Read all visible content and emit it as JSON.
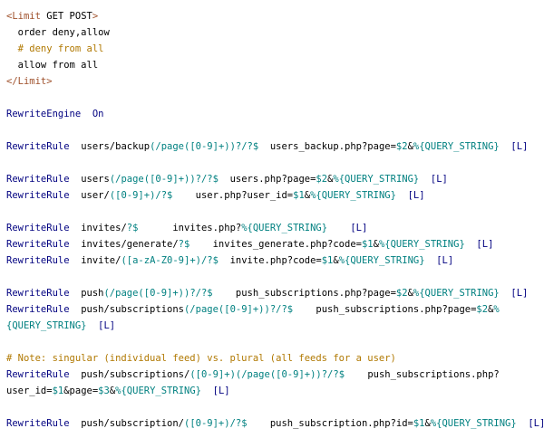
{
  "colors": {
    "tag": "#a0522d",
    "directive": "#000080",
    "comment": "#b07800",
    "regex": "#008080",
    "placeholder": "#008080",
    "flag": "#000080",
    "text": "#000000"
  },
  "lines": [
    [
      {
        "t": "<Limit",
        "c": "tag"
      },
      {
        "t": " GET POST",
        "c": "txt"
      },
      {
        "t": ">",
        "c": "tag"
      }
    ],
    [
      {
        "t": "  order deny,allow",
        "c": "txt"
      }
    ],
    [
      {
        "t": "  # deny from all",
        "c": "cm"
      }
    ],
    [
      {
        "t": "  allow from all",
        "c": "txt"
      }
    ],
    [
      {
        "t": "</Limit>",
        "c": "tag"
      }
    ],
    [],
    [
      {
        "t": "RewriteEngine",
        "c": "dir"
      },
      {
        "t": "  On",
        "c": "flag"
      }
    ],
    [],
    [
      {
        "t": "RewriteRule",
        "c": "dir"
      },
      {
        "t": "  users/backup",
        "c": "txt"
      },
      {
        "t": "(/page(",
        "c": "re"
      },
      {
        "t": "[0-9]",
        "c": "re"
      },
      {
        "t": "+))?/?$",
        "c": "re"
      },
      {
        "t": "  users_backup.php?page=",
        "c": "txt"
      },
      {
        "t": "$2",
        "c": "ph"
      },
      {
        "t": "&",
        "c": "txt"
      },
      {
        "t": "%{QUERY_STRING}",
        "c": "ph"
      },
      {
        "t": "  [L]",
        "c": "flag"
      }
    ],
    [],
    [
      {
        "t": "RewriteRule",
        "c": "dir"
      },
      {
        "t": "  users",
        "c": "txt"
      },
      {
        "t": "(/page(",
        "c": "re"
      },
      {
        "t": "[0-9]",
        "c": "re"
      },
      {
        "t": "+))?/?$",
        "c": "re"
      },
      {
        "t": "  users.php?page=",
        "c": "txt"
      },
      {
        "t": "$2",
        "c": "ph"
      },
      {
        "t": "&",
        "c": "txt"
      },
      {
        "t": "%{QUERY_STRING}",
        "c": "ph"
      },
      {
        "t": "  [L]",
        "c": "flag"
      }
    ],
    [
      {
        "t": "RewriteRule",
        "c": "dir"
      },
      {
        "t": "  user/",
        "c": "txt"
      },
      {
        "t": "(",
        "c": "re"
      },
      {
        "t": "[0-9]",
        "c": "re"
      },
      {
        "t": "+)/?$",
        "c": "re"
      },
      {
        "t": "    user.php?user_id=",
        "c": "txt"
      },
      {
        "t": "$1",
        "c": "ph"
      },
      {
        "t": "&",
        "c": "txt"
      },
      {
        "t": "%{QUERY_STRING}",
        "c": "ph"
      },
      {
        "t": "  [L]",
        "c": "flag"
      }
    ],
    [],
    [
      {
        "t": "RewriteRule",
        "c": "dir"
      },
      {
        "t": "  invites/",
        "c": "txt"
      },
      {
        "t": "?$",
        "c": "re"
      },
      {
        "t": "      invites.php?",
        "c": "txt"
      },
      {
        "t": "%{QUERY_STRING}",
        "c": "ph"
      },
      {
        "t": "    [L]",
        "c": "flag"
      }
    ],
    [
      {
        "t": "RewriteRule",
        "c": "dir"
      },
      {
        "t": "  invites/generate/",
        "c": "txt"
      },
      {
        "t": "?$",
        "c": "re"
      },
      {
        "t": "    invites_generate.php?code=",
        "c": "txt"
      },
      {
        "t": "$1",
        "c": "ph"
      },
      {
        "t": "&",
        "c": "txt"
      },
      {
        "t": "%{QUERY_STRING}",
        "c": "ph"
      },
      {
        "t": "  [L]",
        "c": "flag"
      }
    ],
    [
      {
        "t": "RewriteRule",
        "c": "dir"
      },
      {
        "t": "  invite/",
        "c": "txt"
      },
      {
        "t": "(",
        "c": "re"
      },
      {
        "t": "[a-zA-Z0-9]",
        "c": "re"
      },
      {
        "t": "+)/?$",
        "c": "re"
      },
      {
        "t": "  invite.php?code=",
        "c": "txt"
      },
      {
        "t": "$1",
        "c": "ph"
      },
      {
        "t": "&",
        "c": "txt"
      },
      {
        "t": "%{QUERY_STRING}",
        "c": "ph"
      },
      {
        "t": "  [L]",
        "c": "flag"
      }
    ],
    [],
    [
      {
        "t": "RewriteRule",
        "c": "dir"
      },
      {
        "t": "  push",
        "c": "txt"
      },
      {
        "t": "(/page(",
        "c": "re"
      },
      {
        "t": "[0-9]",
        "c": "re"
      },
      {
        "t": "+))?/?$",
        "c": "re"
      },
      {
        "t": "    push_subscriptions.php?page=",
        "c": "txt"
      },
      {
        "t": "$2",
        "c": "ph"
      },
      {
        "t": "&",
        "c": "txt"
      },
      {
        "t": "%{QUERY_STRING}",
        "c": "ph"
      },
      {
        "t": "  [L]",
        "c": "flag"
      }
    ],
    [
      {
        "t": "RewriteRule",
        "c": "dir"
      },
      {
        "t": "  push/subscriptions",
        "c": "txt"
      },
      {
        "t": "(/page(",
        "c": "re"
      },
      {
        "t": "[0-9]",
        "c": "re"
      },
      {
        "t": "+))?/?$",
        "c": "re"
      },
      {
        "t": "    push_subscriptions.php?page=",
        "c": "txt"
      },
      {
        "t": "$2",
        "c": "ph"
      },
      {
        "t": "&",
        "c": "txt"
      },
      {
        "t": "%",
        "c": "ph"
      }
    ],
    [
      {
        "t": "{QUERY_STRING}",
        "c": "ph"
      },
      {
        "t": "  [L]",
        "c": "flag"
      }
    ],
    [],
    [
      {
        "t": "# Note: singular (individual feed) vs. plural (all feeds for a user)",
        "c": "cm"
      }
    ],
    [
      {
        "t": "RewriteRule",
        "c": "dir"
      },
      {
        "t": "  push/subscriptions/",
        "c": "txt"
      },
      {
        "t": "(",
        "c": "re"
      },
      {
        "t": "[0-9]",
        "c": "re"
      },
      {
        "t": "+)(/page(",
        "c": "re"
      },
      {
        "t": "[0-9]",
        "c": "re"
      },
      {
        "t": "+))?/?$",
        "c": "re"
      },
      {
        "t": "    push_subscriptions.php?",
        "c": "txt"
      }
    ],
    [
      {
        "t": "user_id=",
        "c": "txt"
      },
      {
        "t": "$1",
        "c": "ph"
      },
      {
        "t": "&page=",
        "c": "txt"
      },
      {
        "t": "$3",
        "c": "ph"
      },
      {
        "t": "&",
        "c": "txt"
      },
      {
        "t": "%{QUERY_STRING}",
        "c": "ph"
      },
      {
        "t": "  [L]",
        "c": "flag"
      }
    ],
    [],
    [
      {
        "t": "RewriteRule",
        "c": "dir"
      },
      {
        "t": "  push/subscription/",
        "c": "txt"
      },
      {
        "t": "(",
        "c": "re"
      },
      {
        "t": "[0-9]",
        "c": "re"
      },
      {
        "t": "+)/?$",
        "c": "re"
      },
      {
        "t": "    push_subscription.php?id=",
        "c": "txt"
      },
      {
        "t": "$1",
        "c": "ph"
      },
      {
        "t": "&",
        "c": "txt"
      },
      {
        "t": "%{QUERY_STRING}",
        "c": "ph"
      },
      {
        "t": "  [L]",
        "c": "flag"
      }
    ]
  ]
}
